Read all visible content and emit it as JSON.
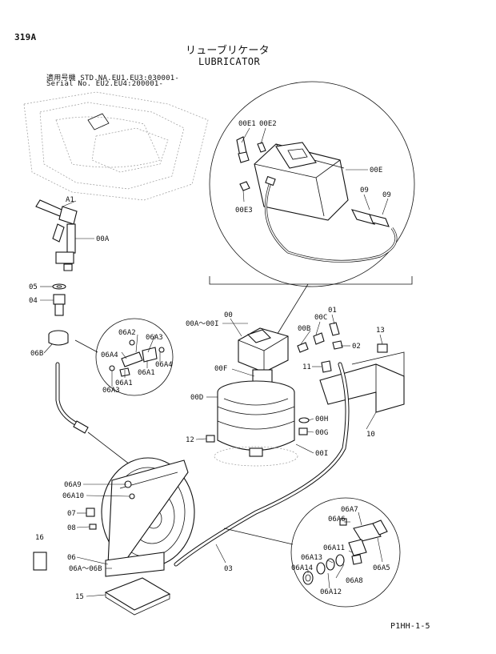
{
  "header": {
    "page_no": "319A",
    "title_jp": "リューブリケータ",
    "title_en": "LUBRICATOR",
    "serial_line1": "適用号機  STD.NA.EU1.EU3:030001-",
    "serial_line2": "Serial No.        EU2.EU4:200001-"
  },
  "labels": {
    "A1": "A1",
    "p00A": "00A",
    "p05": "05",
    "p04": "04",
    "p06B": "06B",
    "p00E1": "00E1",
    "p00E2": "00E2",
    "p00E": "00E",
    "p00E3": "00E3",
    "p09a": "09",
    "p09b": "09",
    "p00": "00",
    "p00A_00I": "00A～00I",
    "p00C": "00C",
    "p01": "01",
    "p00B": "00B",
    "p02": "02",
    "p13": "13",
    "p11": "11",
    "p00F": "00F",
    "p00D": "00D",
    "p00H": "00H",
    "p00G": "00G",
    "p12": "12",
    "p00I": "00I",
    "p10": "10",
    "p06A2": "06A2",
    "p06A3a": "06A3",
    "p06A4a": "06A4",
    "p06A4b": "06A4",
    "p06A1a": "06A1",
    "p06A1b": "06A1",
    "p06A3b": "06A3",
    "p06A9": "06A9",
    "p06A10": "06A10",
    "p07": "07",
    "p08": "08",
    "p16": "16",
    "p06": "06",
    "p06A_06B": "06A～06B",
    "p15": "15",
    "p03": "03",
    "p06A7": "06A7",
    "p06A6": "06A6",
    "p06A11": "06A11",
    "p06A13": "06A13",
    "p06A5": "06A5",
    "p06A14": "06A14",
    "p06A8": "06A8",
    "p06A12": "06A12"
  },
  "footer": {
    "code": "P1HH-1-5"
  }
}
